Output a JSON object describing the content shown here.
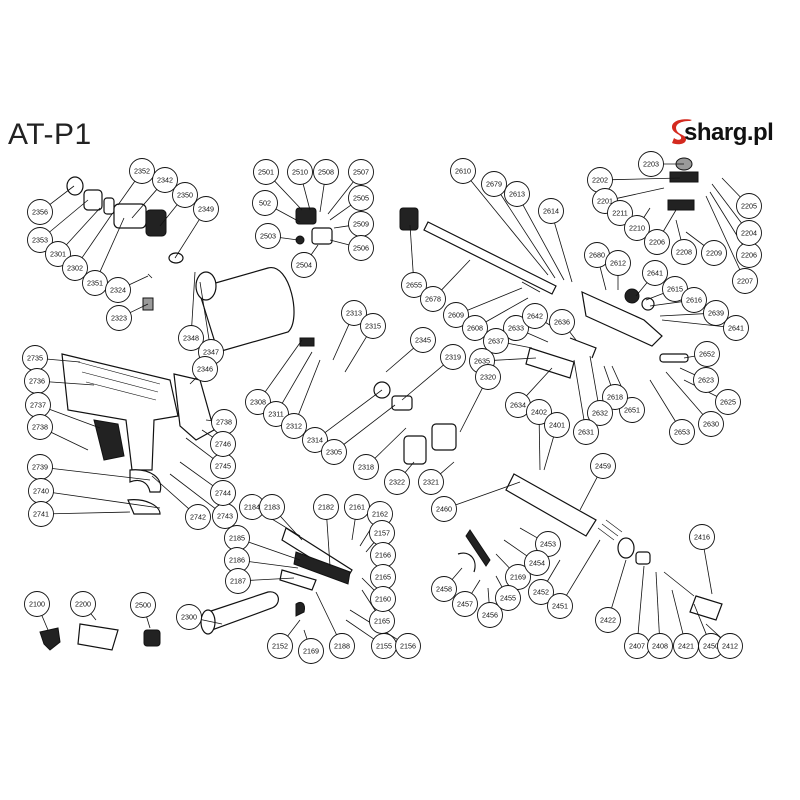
{
  "page": {
    "title": "AT-P1",
    "brand": "sharg.pl"
  },
  "colors": {
    "ink": "#111111",
    "brand_red": "#d42a1f",
    "background": "#ffffff"
  },
  "callouts": [
    "2356",
    "2353",
    "2301",
    "2302",
    "2351",
    "2352",
    "2342",
    "2350",
    "2349",
    "2324",
    "2323",
    "2348",
    "2347",
    "2501",
    "502",
    "2503",
    "2504",
    "2510",
    "2508",
    "2507",
    "2505",
    "2509",
    "2506",
    "2610",
    "2679",
    "2613",
    "2614",
    "2655",
    "2678",
    "2609",
    "2608",
    "2203",
    "2202",
    "2201",
    "2211",
    "2210",
    "2206",
    "2208",
    "2209",
    "2205",
    "2204",
    "2207",
    "2680",
    "2612",
    "2641",
    "2615",
    "2616",
    "2639",
    "2633",
    "2642",
    "2636",
    "2637",
    "2635",
    "2652",
    "2623",
    "2625",
    "2630",
    "2653",
    "2651",
    "2618",
    "2632",
    "2631",
    "2634",
    "2402",
    "2401",
    "2313",
    "2315",
    "2345",
    "2319",
    "2320",
    "2346",
    "2308",
    "2311",
    "2312",
    "2314",
    "2305",
    "2318",
    "2322",
    "2321",
    "2735",
    "2736",
    "2737",
    "2738",
    "2739",
    "2740",
    "2741",
    "2742",
    "2743",
    "2744",
    "2745",
    "2746",
    "2184",
    "2183",
    "2182",
    "2161",
    "2162",
    "2157",
    "2166",
    "2165",
    "2160",
    "2185",
    "2186",
    "2187",
    "2188",
    "2155",
    "2156",
    "2152",
    "2169",
    "2460",
    "2459",
    "2453",
    "2454",
    "2458",
    "2457",
    "2456",
    "2455",
    "2452",
    "2451",
    "2422",
    "2407",
    "2408",
    "2421",
    "2450",
    "2412",
    "2416",
    "2100",
    "2200",
    "2500",
    "2300"
  ]
}
